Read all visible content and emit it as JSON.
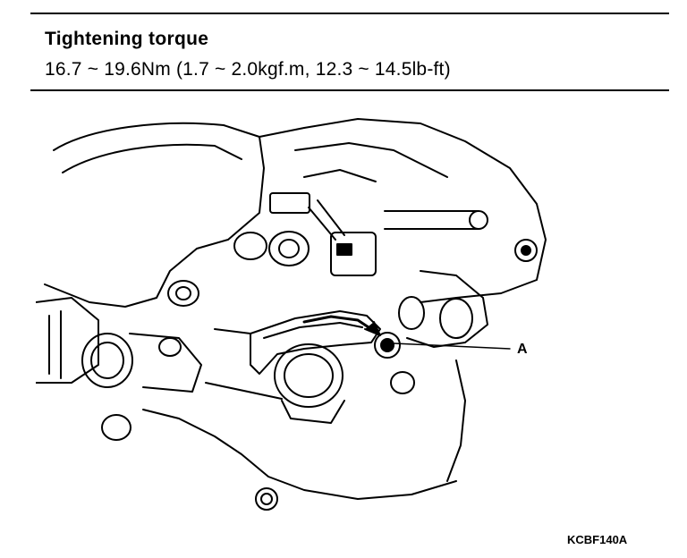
{
  "spec": {
    "title": "Tightening torque",
    "value": "16.7 ~ 19.6Nm (1.7 ~ 2.0kgf.m, 12.3 ~ 14.5lb-ft)"
  },
  "diagram": {
    "callout_label": "A",
    "figure_code": "KCBF140A"
  }
}
